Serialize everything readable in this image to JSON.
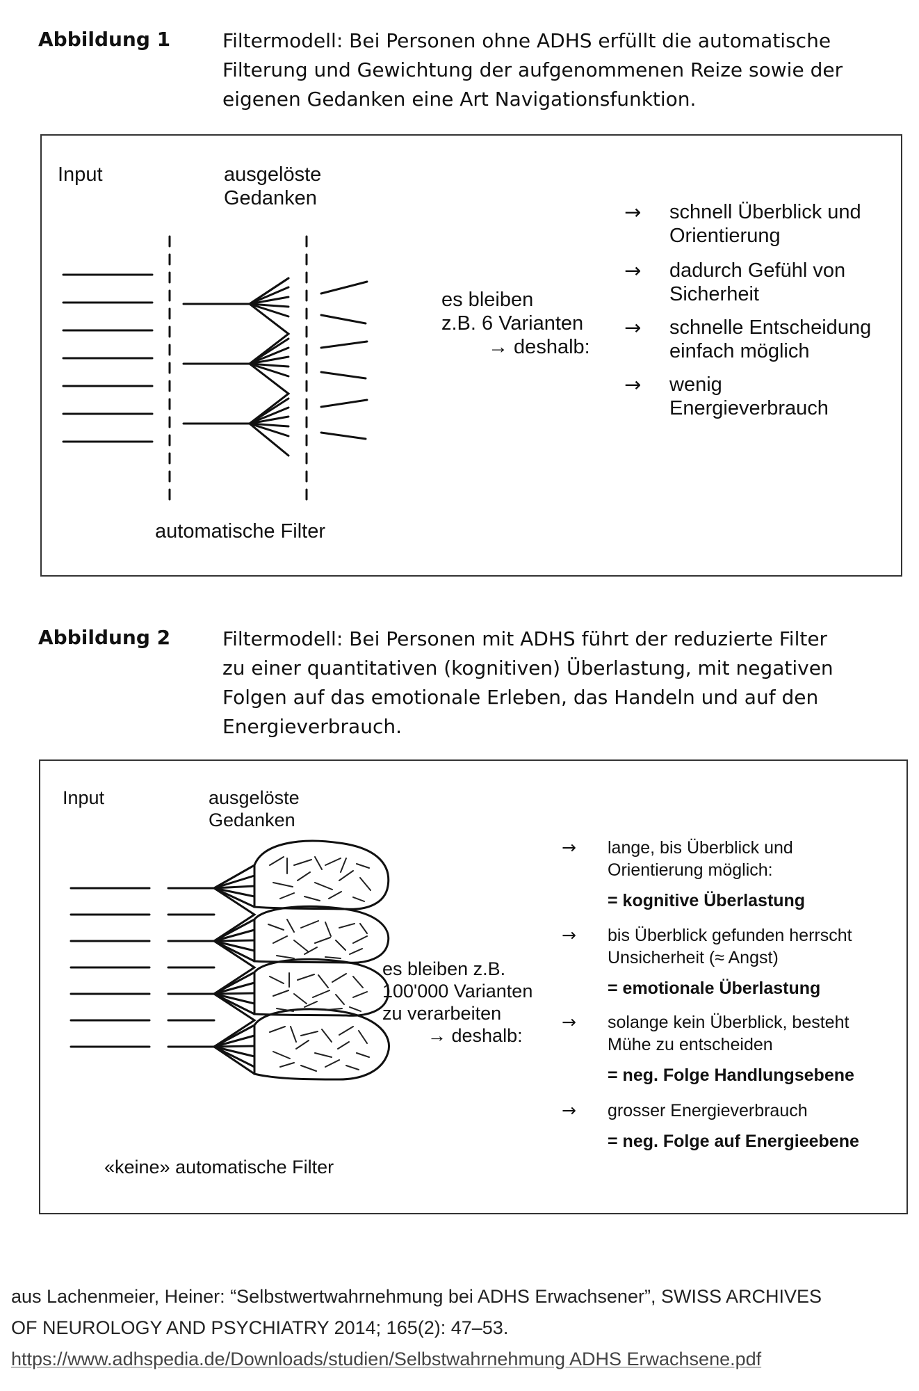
{
  "figure1": {
    "label": "Abbildung 1",
    "caption": [
      "Filtermodell: Bei Personen ohne ADHS erfüllt die automatische",
      "Filterung und Gewichtung der aufgenommenen Reize sowie der",
      "eigenen Gedanken eine Art Navigationsfunktion."
    ],
    "input_label": "Input",
    "thoughts_label": [
      "ausgelöste",
      "Gedanken"
    ],
    "filter_label": "automatische Filter",
    "middle_text": [
      "es bleiben",
      "z.B. 6 Varianten",
      "→ deshalb:"
    ],
    "arrow": "→",
    "consequences": [
      {
        "lines": [
          "schnell Überblick und",
          "Orientierung"
        ]
      },
      {
        "lines": [
          "dadurch Gefühl von",
          "Sicherheit"
        ]
      },
      {
        "lines": [
          "schnelle Entscheidung",
          "einfach möglich"
        ]
      },
      {
        "lines": [
          "wenig",
          "Energieverbrauch"
        ]
      }
    ]
  },
  "figure2": {
    "label": "Abbildung 2",
    "caption": [
      "Filtermodell: Bei Personen mit ADHS führt der reduzierte Filter",
      "zu einer quantitativen (kognitiven) Überlastung, mit negativen",
      "Folgen auf das emotionale Erleben, das Handeln und auf den",
      "Energieverbrauch."
    ],
    "input_label": "Input",
    "thoughts_label": [
      "ausgelöste",
      "Gedanken"
    ],
    "filter_label": "«keine» automatische Filter",
    "middle_text": [
      "es bleiben z.B.",
      "100'000 Varianten",
      "zu verarbeiten",
      "→ deshalb:"
    ],
    "arrow": "→",
    "consequences": [
      {
        "lines": [
          "lange, bis Überblick und",
          "Orientierung möglich:"
        ],
        "result": "= kognitive Überlastung"
      },
      {
        "lines": [
          "bis Überblick gefunden herrscht",
          "Unsicherheit (≈ Angst)"
        ],
        "result": "= emotionale Überlastung"
      },
      {
        "lines": [
          "solange kein Überblick, besteht",
          "Mühe zu entscheiden"
        ],
        "result": "= neg. Folge Handlungsebene"
      },
      {
        "lines": [
          "grosser Energieverbrauch"
        ],
        "result": "= neg. Folge auf Energieebene"
      }
    ]
  },
  "source": {
    "lines": [
      "aus Lachenmeier, Heiner: “Selbstwertwahrnehmung bei ADHS Erwachsener”, SWISS ARCHIVES",
      "OF NEUROLOGY AND PSYCHIATRY 2014; 165(2): 47–53."
    ],
    "url": "https://www.adhspedia.de/Downloads/studien/Selbstwahrnehmung ADHS Erwachsene.pdf"
  }
}
